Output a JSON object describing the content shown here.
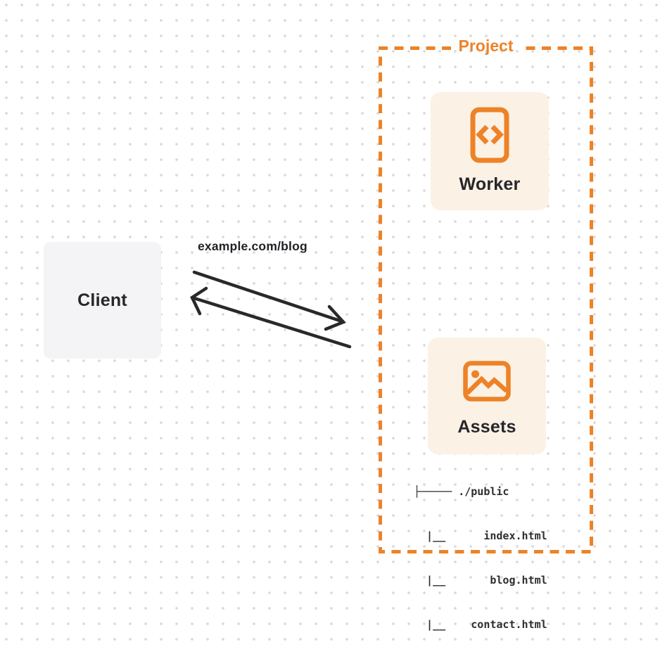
{
  "colors": {
    "orange": "#ED8227",
    "card_peach": "#FBF1E5",
    "card_gray": "#F4F4F6",
    "ink": "#26262B",
    "arrow": "#29292B",
    "dot_grid": "#DBDBDB"
  },
  "client": {
    "label": "Client"
  },
  "request": {
    "label": "example.com/blog"
  },
  "project": {
    "label": "Project",
    "worker": {
      "label": "Worker",
      "icon": "code-file-icon"
    },
    "assets": {
      "label": "Assets",
      "icon": "image-icon",
      "file_tree": [
        "├───── ./public",
        "  |__      index.html",
        "  |__       blog.html",
        "  |__    contact.html"
      ]
    }
  }
}
